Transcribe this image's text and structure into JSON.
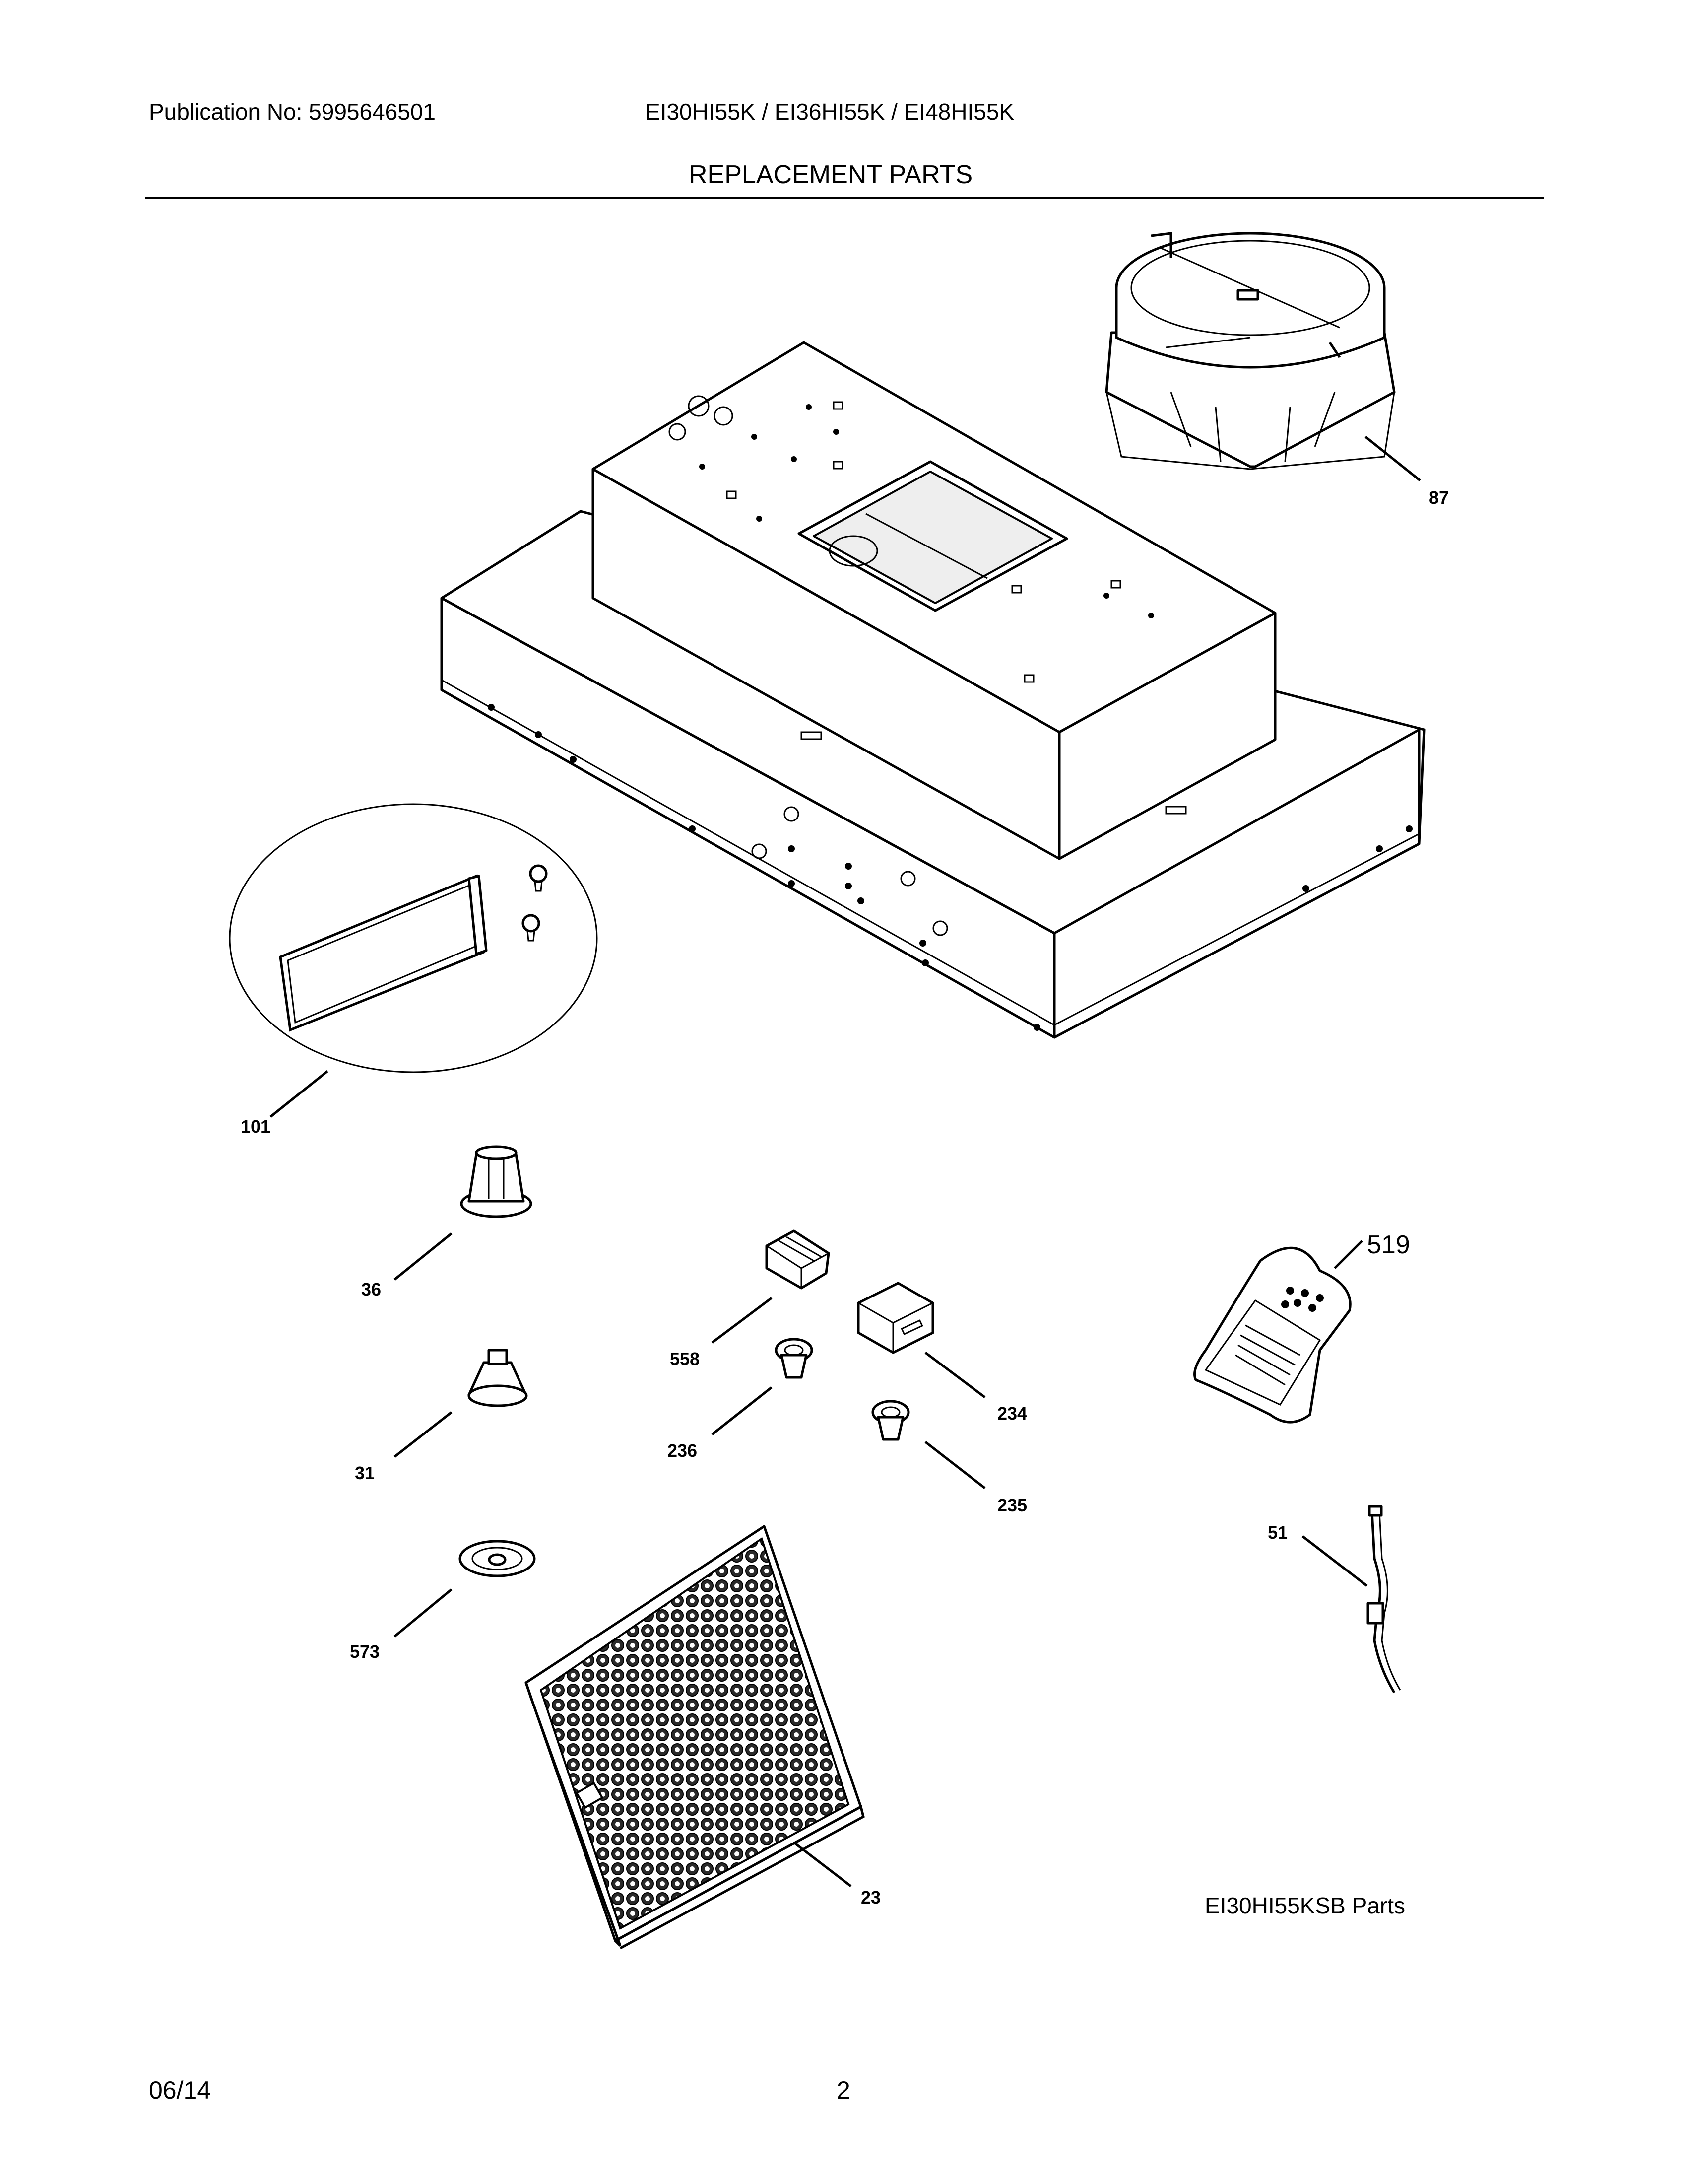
{
  "header": {
    "publication": "Publication No: 5995646501",
    "models": "EI30HI55K / EI36HI55K / EI48HI55K",
    "title": "REPLACEMENT PARTS"
  },
  "footer": {
    "date": "06/14",
    "page": "2"
  },
  "caption": "EI30HI55KSB Parts",
  "callouts": {
    "p87": "87",
    "p101": "101",
    "p36": "36",
    "p558": "558",
    "p519": "519",
    "p234": "234",
    "p31": "31",
    "p236": "236",
    "p235": "235",
    "p51": "51",
    "p573": "573",
    "p23": "23"
  }
}
